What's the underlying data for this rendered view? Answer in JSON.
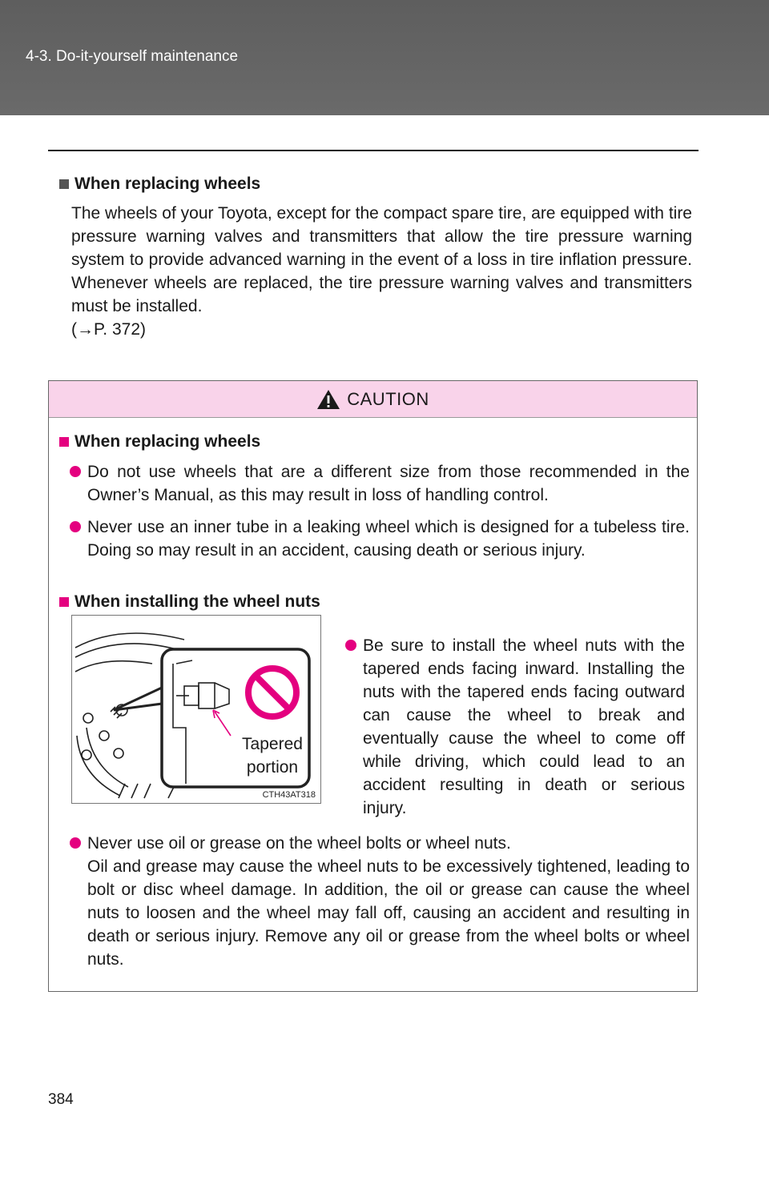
{
  "header": {
    "title": "4-3. Do-it-yourself maintenance"
  },
  "section": {
    "heading": "When replacing wheels",
    "paragraph": "The wheels of your Toyota, except for the compact spare tire, are equipped with tire pressure warning valves and transmitters that allow the tire pressure warning system to provide advanced warning in the event of a loss in tire inflation pressure. Whenever wheels are replaced, the tire pressure warning valves and transmitters must be installed.",
    "ref": "(→P. 372)"
  },
  "caution": {
    "label": "CAUTION",
    "heading1": "When replacing wheels",
    "bullet1": "Do not use wheels that are a different size from those recommended in the Owner’s Manual, as this may result in loss of handling control.",
    "bullet2": "Never use an inner tube in a leaking wheel which is designed for a tubeless tire. Doing so may result in an accident, causing death or serious injury.",
    "heading2": "When installing the wheel nuts",
    "bullet3": "Be sure to install the wheel nuts with the tapered ends facing inward. Installing the nuts with the tapered ends facing outward can cause the wheel to break and eventually cause the wheel to come off while driving, which could lead to an accident resulting in death or serious injury.",
    "figure_callout": "Tapered portion",
    "figure_code": "CTH43AT318",
    "bullet4_line1": "Never use oil or grease on the wheel bolts or wheel nuts.",
    "bullet4_rest": "Oil and grease may cause the wheel nuts to be excessively tightened, leading to bolt or disc wheel damage. In addition, the oil or grease can cause the wheel nuts to loosen and the wheel may fall off, causing an accident and resulting in death or serious injury. Remove any oil or grease from the wheel bolts or wheel nuts."
  },
  "page_number": "384",
  "colors": {
    "accent": "#e4007f",
    "caution_bg": "#f9d3ea",
    "header_bg": "#636363"
  }
}
